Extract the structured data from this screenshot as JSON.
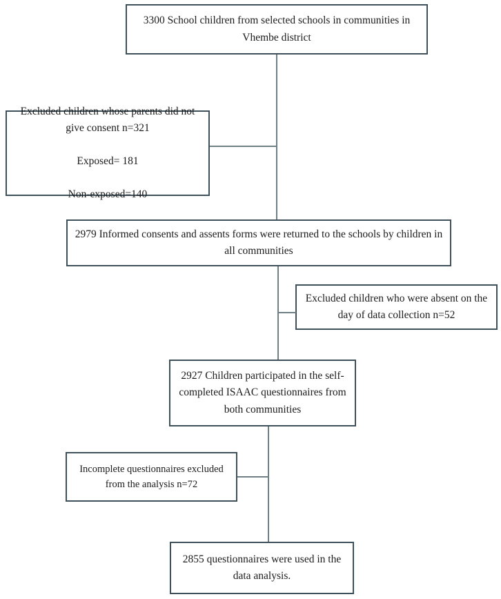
{
  "diagram": {
    "type": "flowchart",
    "title": "Participant flow diagram",
    "colors": {
      "box_border": "#3d4f58",
      "connector": "#6e7f86",
      "text": "#1b1b1b",
      "background": "#ffffff"
    },
    "nodes": [
      {
        "id": "screened",
        "label": "3300 School children from selected schools in communities in Vhembe district",
        "count": 3300
      },
      {
        "id": "no-consent",
        "label": "Excluded children whose parents did not give consent n=321\n\nExposed= 181\n\nNon-exposed=140",
        "count": 321,
        "exposed": 181,
        "non_exposed": 140
      },
      {
        "id": "consents",
        "label": "2979 Informed consents and assents forms were returned to the schools by children in all communities",
        "count": 2979
      },
      {
        "id": "absent",
        "label": "Excluded children who were absent on the day of data collection n=52",
        "count": 52
      },
      {
        "id": "participated",
        "label": "2927 Children participated in the self-completed ISAAC questionnaires from both communities",
        "count": 2927
      },
      {
        "id": "incomplete",
        "label": "Incomplete questionnaires excluded from the analysis n=72",
        "count": 72
      },
      {
        "id": "analysed",
        "label": "2855 questionnaires were used in the data analysis.",
        "count": 2855
      }
    ],
    "connectors": [
      {
        "id": "screened-consents",
        "from": "screened",
        "to": "consents",
        "orientation": "vertical"
      },
      {
        "id": "no-consent-stem",
        "from": "no-consent",
        "to": "screened-consents",
        "orientation": "horizontal"
      },
      {
        "id": "consents-participated",
        "from": "consents",
        "to": "participated",
        "orientation": "vertical"
      },
      {
        "id": "absent-stem",
        "from": "consents-participated",
        "to": "absent",
        "orientation": "horizontal"
      },
      {
        "id": "participated-analysed",
        "from": "participated",
        "to": "analysed",
        "orientation": "vertical"
      },
      {
        "id": "incomplete-stem",
        "from": "incomplete",
        "to": "participated-analysed",
        "orientation": "horizontal"
      }
    ]
  }
}
